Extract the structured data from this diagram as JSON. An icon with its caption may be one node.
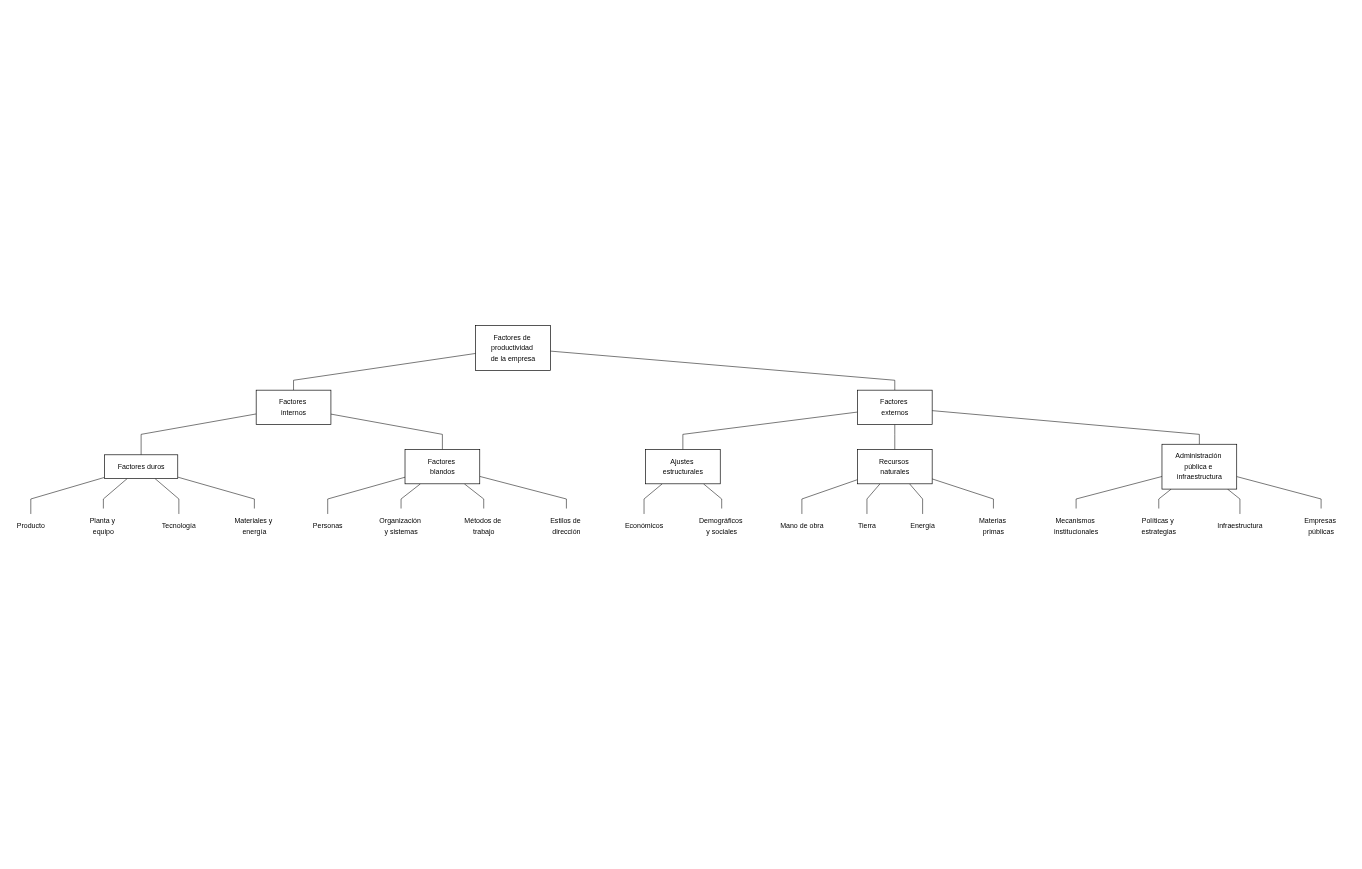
{
  "diagram": {
    "nodes": [
      {
        "text": [
          "Factores de productividad de la empresa"
        ]
      },
      {
        "text": [
          "Factores internos"
        ]
      },
      {
        "text": [
          "Factores externos"
        ]
      },
      {
        "text": [
          "Factores duros"
        ]
      },
      {
        "text": [
          "Factores blandos"
        ]
      },
      {
        "text": [
          "Ajustes estructurales"
        ]
      },
      {
        "text": [
          "Recursos naturales"
        ]
      },
      {
        "text": [
          "Administración pública e infraestructura"
        ]
      },
      {
        "text": [
          "Producto"
        ]
      },
      {
        "text": [
          "Planta y equipo"
        ]
      },
      {
        "text": [
          "Tecnología"
        ]
      },
      {
        "text": [
          "Materiales y energía"
        ]
      },
      {
        "text": [
          "Personas"
        ]
      },
      {
        "text": [
          "Organización y sistemas"
        ]
      },
      {
        "text": [
          "Métodos de trabajo"
        ]
      },
      {
        "text": [
          "Estilos de dirección"
        ]
      },
      {
        "text": [
          "Económicos"
        ]
      },
      {
        "text": [
          "Demográficos y sociales"
        ]
      },
      {
        "text": [
          "Mano de obra"
        ]
      },
      {
        "text": [
          "Tierra"
        ]
      },
      {
        "text": [
          "Energía"
        ]
      },
      {
        "text": [
          "Materias primas"
        ]
      },
      {
        "text": [
          "Mecanismos institucionales"
        ]
      },
      {
        "text": [
          "Políticas y estrategias"
        ]
      },
      {
        "text": [
          "Infraestructura"
        ]
      },
      {
        "text": [
          "Empresas públicas"
        ]
      }
    ],
    "edges": [
      {
        "from": 0,
        "to": 1,
        "arrow": "none"
      },
      {
        "from": 0,
        "to": 2,
        "arrow": "none"
      },
      {
        "from": 1,
        "to": 3,
        "arrow": "none"
      },
      {
        "from": 1,
        "to": 4,
        "arrow": "none"
      },
      {
        "from": 2,
        "to": 5,
        "arrow": "none"
      },
      {
        "from": 2,
        "to": 6,
        "arrow": "none"
      },
      {
        "from": 2,
        "to": 7,
        "arrow": "none"
      },
      {
        "from": 3,
        "to": 8,
        "arrow": "none"
      },
      {
        "from": 3,
        "to": 9,
        "arrow": "none"
      },
      {
        "from": 3,
        "to": 10,
        "arrow": "none"
      },
      {
        "from": 3,
        "to": 11,
        "arrow": "none"
      },
      {
        "from": 4,
        "to": 12,
        "arrow": "none"
      },
      {
        "from": 4,
        "to": 13,
        "arrow": "none"
      },
      {
        "from": 4,
        "to": 14,
        "arrow": "none"
      },
      {
        "from": 4,
        "to": 15,
        "arrow": "none"
      },
      {
        "from": 5,
        "to": 16,
        "arrow": "none"
      },
      {
        "from": 5,
        "to": 17,
        "arrow": "none"
      },
      {
        "from": 6,
        "to": 18,
        "arrow": "none"
      },
      {
        "from": 6,
        "to": 19,
        "arrow": "none"
      },
      {
        "from": 6,
        "to": 20,
        "arrow": "none"
      },
      {
        "from": 6,
        "to": 21,
        "arrow": "none"
      },
      {
        "from": 7,
        "to": 22,
        "arrow": "none"
      },
      {
        "from": 7,
        "to": 23,
        "arrow": "none"
      },
      {
        "from": 7,
        "to": 24,
        "arrow": "none"
      },
      {
        "from": 7,
        "to": 25,
        "arrow": "none"
      }
    ]
  }
}
